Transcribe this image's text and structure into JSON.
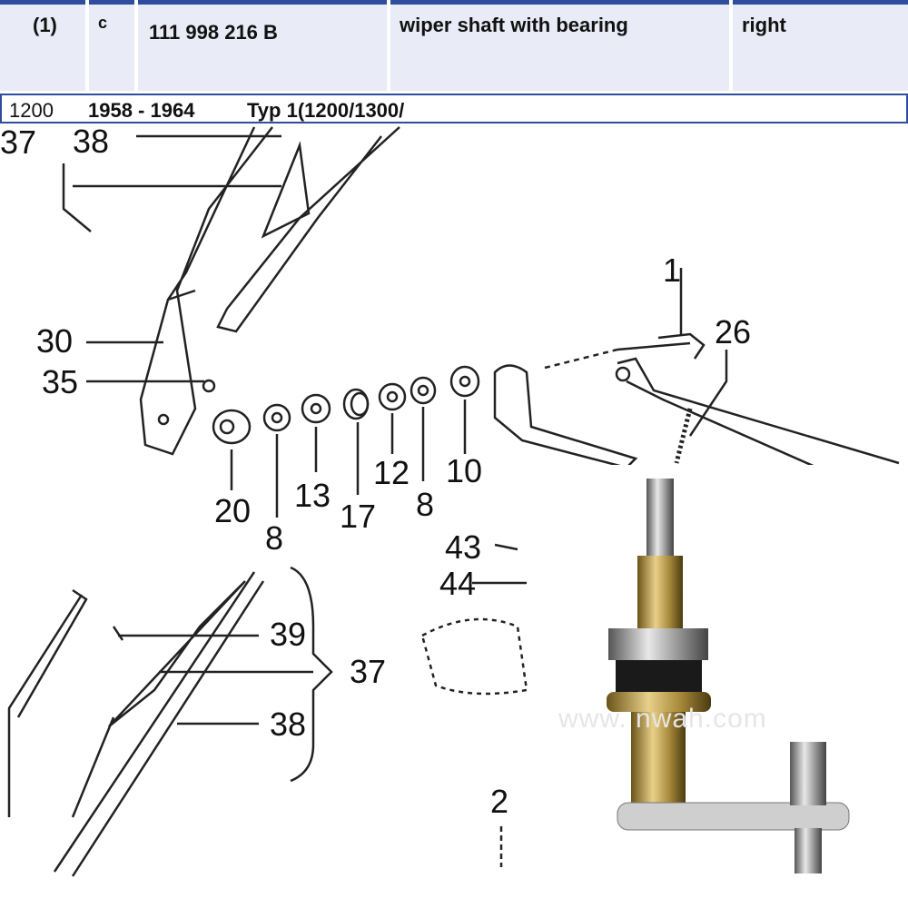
{
  "part_row": {
    "position": "(1)",
    "code": "c",
    "part_number": "111 998 216 B",
    "description": "wiper shaft with bearing",
    "side": "right"
  },
  "model_row": {
    "model": "1200",
    "years": "1958 - 1964",
    "type": "Typ 1(1200/1300/"
  },
  "diagram_labels": [
    "37",
    "38",
    "30",
    "35",
    "1",
    "26",
    "20",
    "8",
    "13",
    "17",
    "12",
    "8",
    "10",
    "43",
    "44",
    "39",
    "37",
    "38",
    "2"
  ],
  "watermark": "www.     nwah.com"
}
